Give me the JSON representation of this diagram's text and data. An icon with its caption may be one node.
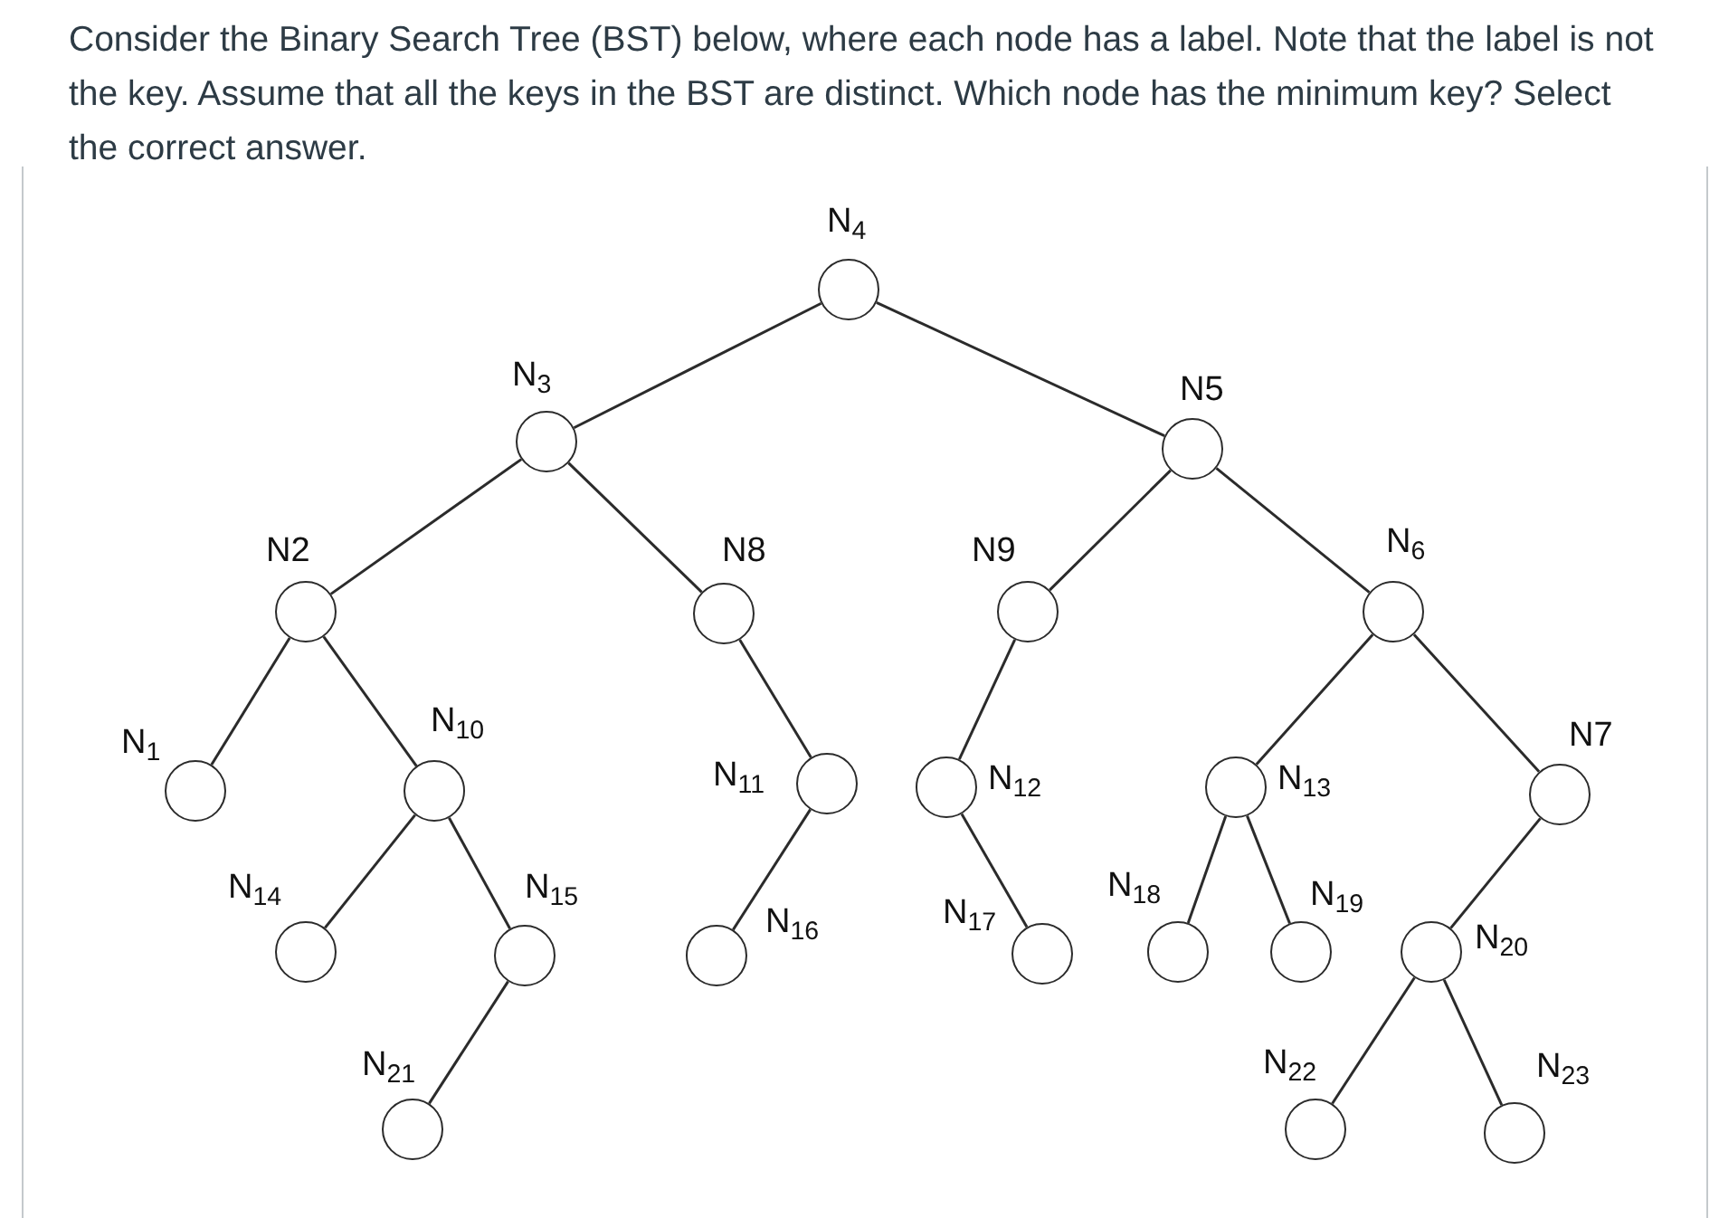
{
  "diagram": {
    "title": "Consider the Binary Search Tree (BST) below, where each node has a label. Note that the label is not the key. Assume that all the keys in the BST are distinct. Which node has the minimum key? Select the correct answer.",
    "nodes": [
      {
        "text": [],
        "shape": "circle",
        "beside": [
          "N$_{4}$"
        ]
      },
      {
        "text": [],
        "shape": "circle",
        "beside": [
          "N$_{3}$"
        ]
      },
      {
        "text": [],
        "shape": "circle",
        "beside": [
          "N5"
        ]
      },
      {
        "text": [],
        "shape": "circle",
        "beside": [
          "N2"
        ]
      },
      {
        "text": [],
        "shape": "circle",
        "beside": [
          "N8"
        ]
      },
      {
        "text": [],
        "shape": "circle",
        "beside": [
          "N9"
        ]
      },
      {
        "text": [],
        "shape": "circle",
        "beside": [
          "N$_{6}$"
        ]
      },
      {
        "text": [],
        "shape": "circle",
        "beside": [
          "N$_{1}$"
        ]
      },
      {
        "text": [],
        "shape": "circle",
        "beside": [
          "N$_{10}$"
        ]
      },
      {
        "text": [],
        "shape": "circle",
        "beside": [
          "N$_{11}$"
        ]
      },
      {
        "text": [],
        "shape": "circle",
        "beside": [
          "N$_{12}$"
        ]
      },
      {
        "text": [],
        "shape": "circle",
        "beside": [
          "N$_{13}$"
        ]
      },
      {
        "text": [],
        "shape": "circle",
        "beside": [
          "N7"
        ]
      },
      {
        "text": [],
        "shape": "circle",
        "beside": [
          "N$_{14}$"
        ]
      },
      {
        "text": [],
        "shape": "circle",
        "beside": [
          "N$_{15}$"
        ]
      },
      {
        "text": [],
        "shape": "circle",
        "beside": [
          "N$_{16}$"
        ]
      },
      {
        "text": [],
        "shape": "circle",
        "beside": [
          "N$_{17}$"
        ]
      },
      {
        "text": [],
        "shape": "circle",
        "beside": [
          "N$_{18}$"
        ]
      },
      {
        "text": [],
        "shape": "circle",
        "beside": [
          "N$_{19}$"
        ]
      },
      {
        "text": [],
        "shape": "circle",
        "beside": [
          "N$_{20}$"
        ]
      },
      {
        "text": [],
        "shape": "circle",
        "beside": [
          "N$_{21}$"
        ]
      },
      {
        "text": [],
        "shape": "circle",
        "beside": [
          "N$_{22}$"
        ]
      },
      {
        "text": [],
        "shape": "circle",
        "beside": [
          "N$_{23}$"
        ]
      }
    ],
    "edges": [
      {
        "from": 0,
        "to": 1,
        "arrow": "none"
      },
      {
        "from": 0,
        "to": 2,
        "arrow": "none"
      },
      {
        "from": 1,
        "to": 3,
        "arrow": "none"
      },
      {
        "from": 1,
        "to": 4,
        "arrow": "none"
      },
      {
        "from": 2,
        "to": 5,
        "arrow": "none"
      },
      {
        "from": 2,
        "to": 6,
        "arrow": "none"
      },
      {
        "from": 3,
        "to": 7,
        "arrow": "none"
      },
      {
        "from": 3,
        "to": 8,
        "arrow": "none"
      },
      {
        "from": 4,
        "to": 9,
        "arrow": "none"
      },
      {
        "from": 5,
        "to": 10,
        "arrow": "none"
      },
      {
        "from": 6,
        "to": 11,
        "arrow": "none"
      },
      {
        "from": 6,
        "to": 12,
        "arrow": "none"
      },
      {
        "from": 8,
        "to": 13,
        "arrow": "none"
      },
      {
        "from": 8,
        "to": 14,
        "arrow": "none"
      },
      {
        "from": 9,
        "to": 15,
        "arrow": "none"
      },
      {
        "from": 10,
        "to": 16,
        "arrow": "none"
      },
      {
        "from": 11,
        "to": 17,
        "arrow": "none"
      },
      {
        "from": 11,
        "to": 18,
        "arrow": "none"
      },
      {
        "from": 12,
        "to": 19,
        "arrow": "none"
      },
      {
        "from": 14,
        "to": 20,
        "arrow": "none"
      },
      {
        "from": 19,
        "to": 21,
        "arrow": "none"
      },
      {
        "from": 19,
        "to": 22,
        "arrow": "none"
      }
    ]
  }
}
